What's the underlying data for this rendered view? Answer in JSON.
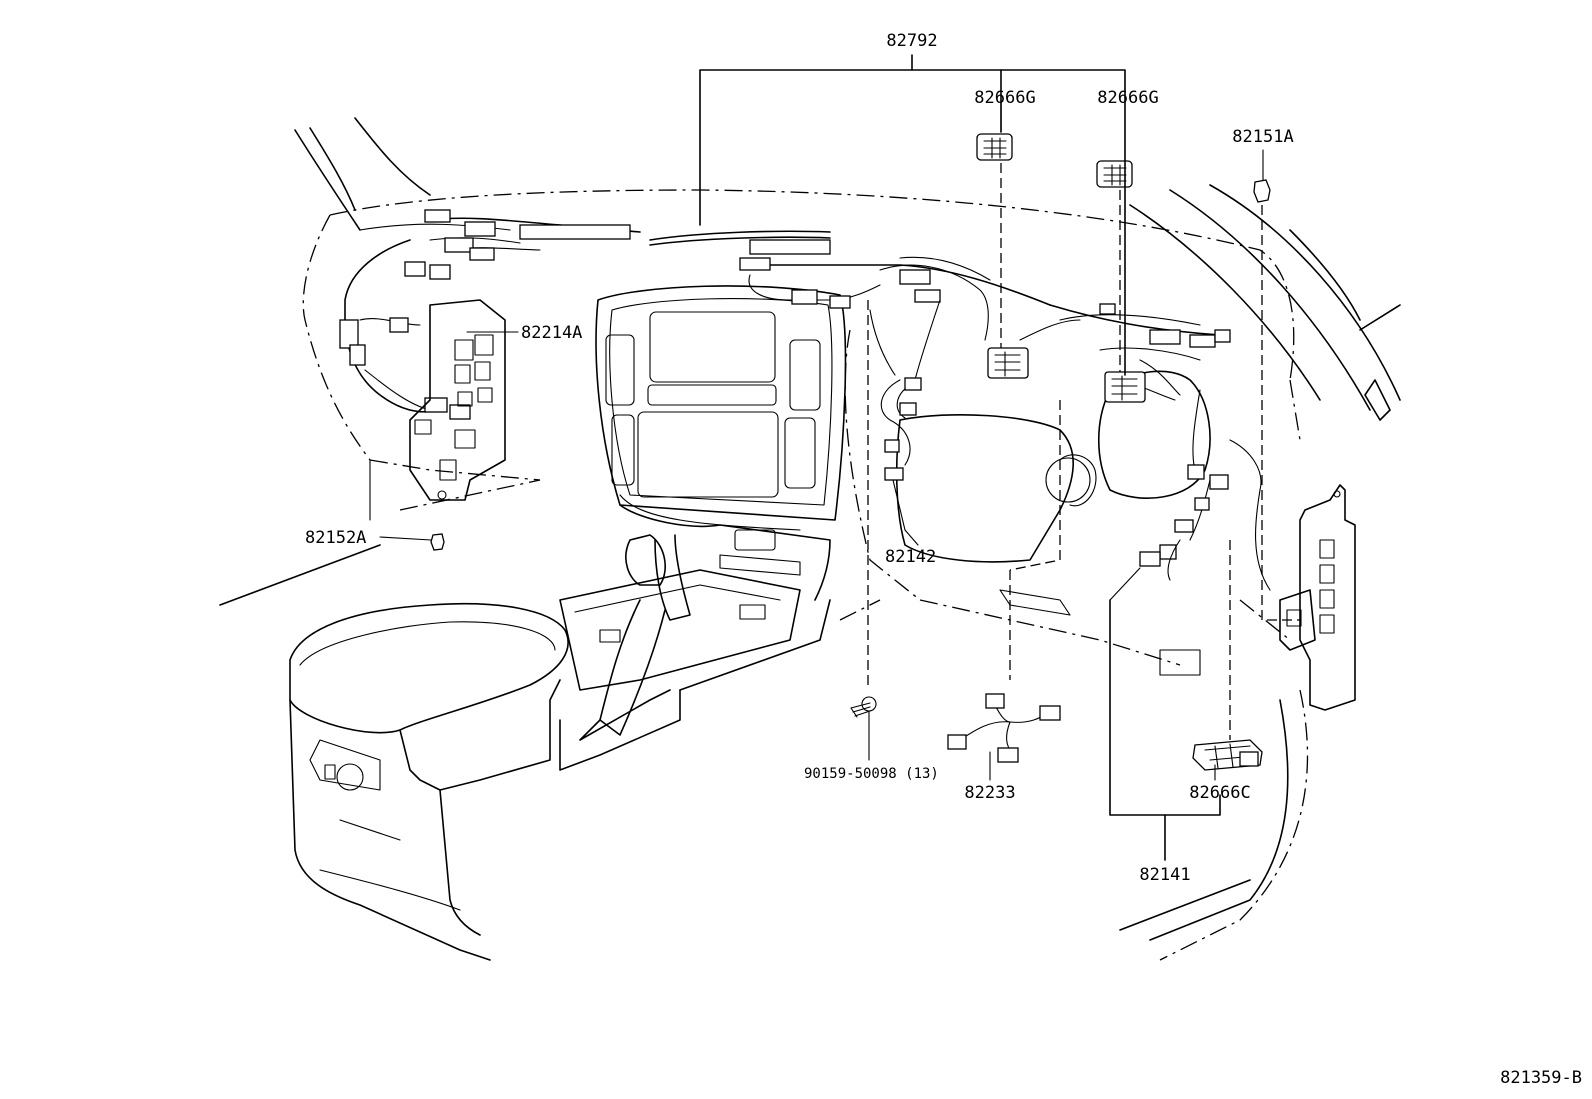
{
  "diagram_ref": "821359-B",
  "parts": {
    "p82792": "82792",
    "p82666g_left": "82666G",
    "p82666g_right": "82666G",
    "p82151a": "82151A",
    "p82214a": "82214A",
    "p82152a": "82152A",
    "p82142": "82142",
    "p90159": "90159-50098 (13)",
    "p82233": "82233",
    "p82666c": "82666C",
    "p82141": "82141"
  }
}
